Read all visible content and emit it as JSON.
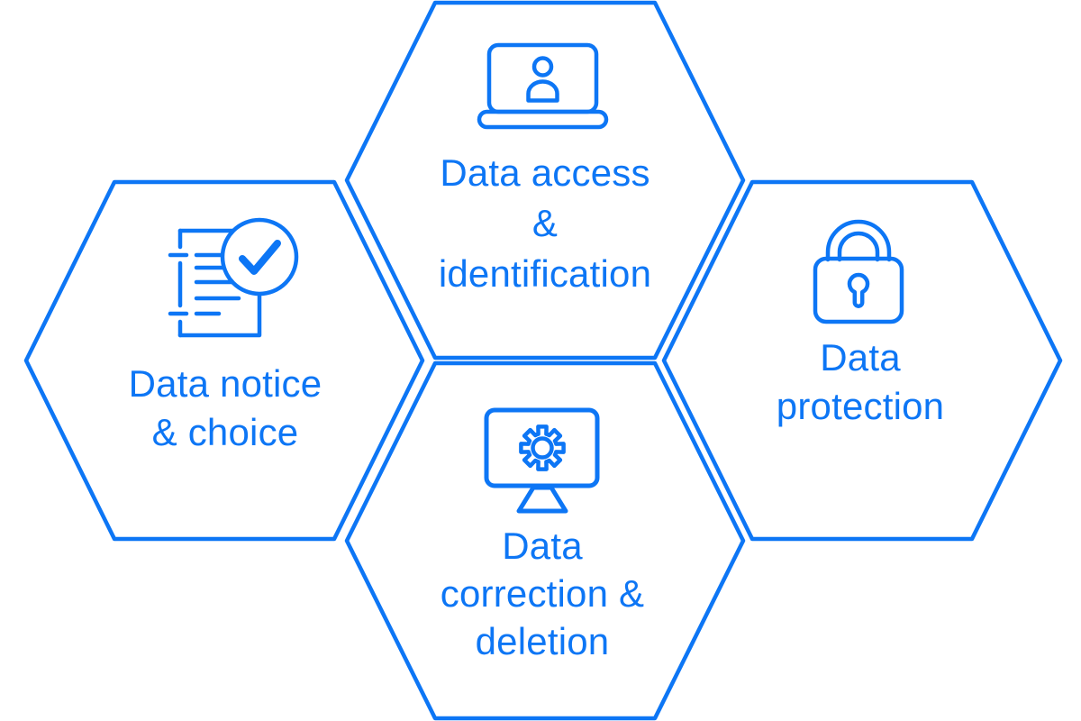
{
  "accent_color": "#0d76f5",
  "background_color": "#ffffff",
  "hexagons": [
    {
      "name": "data-access",
      "icon": "laptop-user-icon",
      "lines": [
        "Data access",
        "&",
        "identification"
      ]
    },
    {
      "name": "data-notice",
      "icon": "checklist-check-icon",
      "lines": [
        "Data notice",
        "& choice"
      ]
    },
    {
      "name": "data-protection",
      "icon": "padlock-icon",
      "lines": [
        "Data",
        "protection"
      ]
    },
    {
      "name": "data-correction",
      "icon": "monitor-gear-icon",
      "lines": [
        "Data",
        "correction &",
        "deletion"
      ]
    }
  ]
}
